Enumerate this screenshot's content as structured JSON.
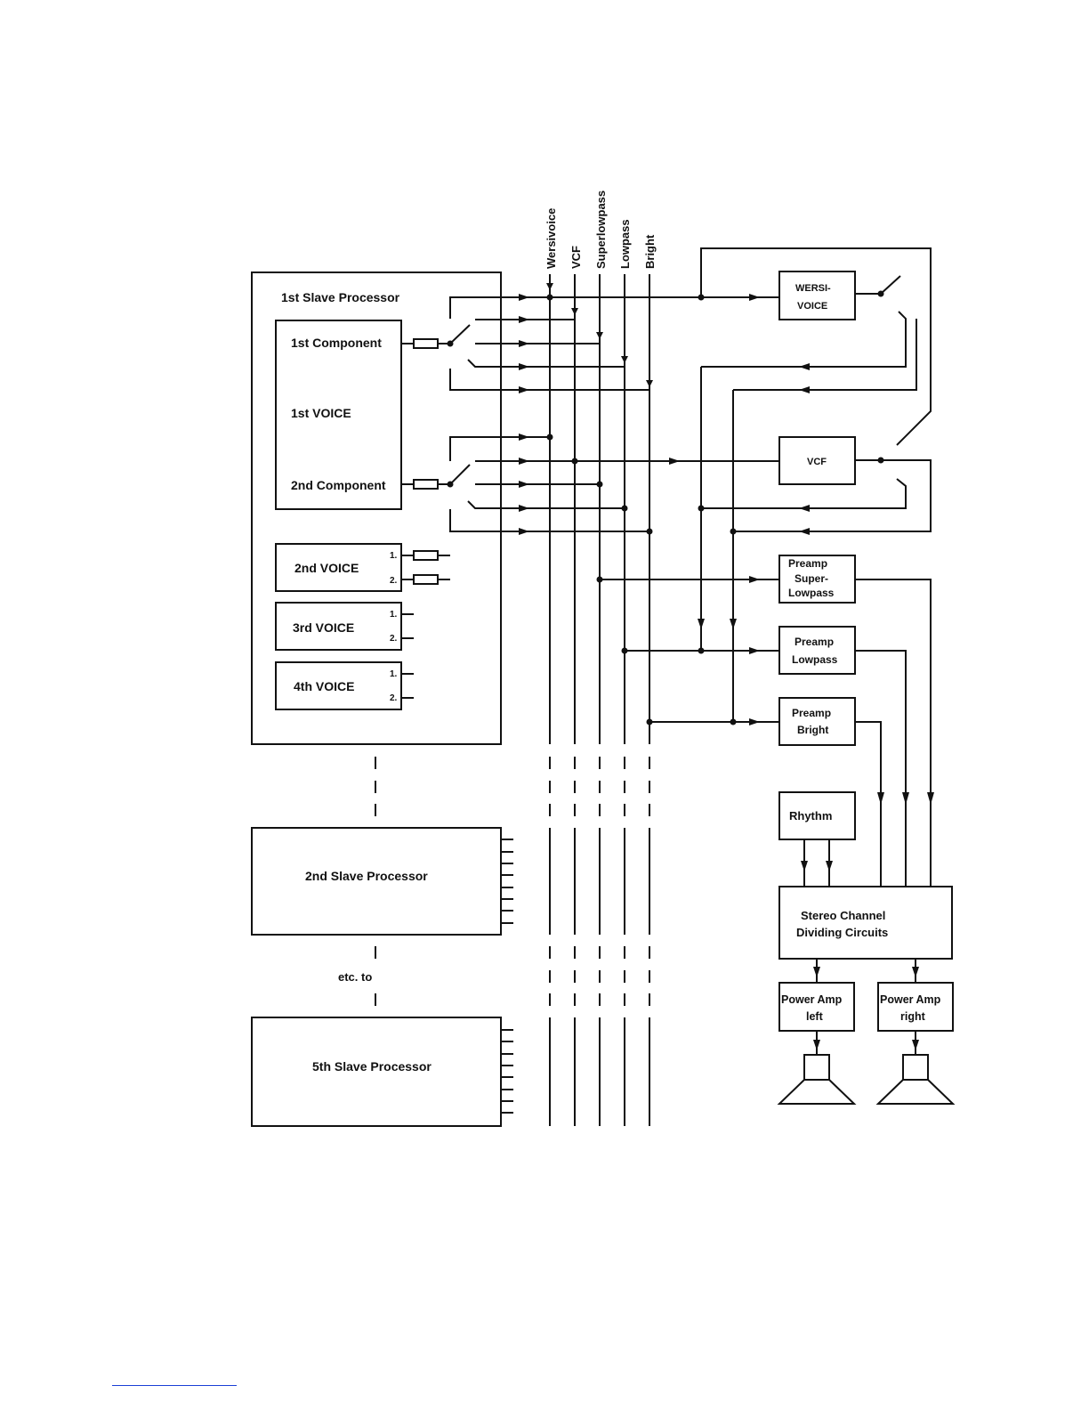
{
  "buses": {
    "wersivoice": "Wersivoice",
    "vcf": "VCF",
    "superlowpass": "Superlowpass",
    "lowpass": "Lowpass",
    "bright": "Bright"
  },
  "slave1": {
    "title": "1st Slave Processor",
    "component1": "1st Component",
    "voice1": "1st VOICE",
    "component2": "2nd Component",
    "voice2": "2nd VOICE",
    "voice3": "3rd VOICE",
    "voice4": "4th VOICE",
    "out1": "1.",
    "out2": "2."
  },
  "slave2": {
    "title": "2nd Slave Processor"
  },
  "etc_to": "etc. to",
  "slave5": {
    "title": "5th Slave Processor"
  },
  "wersi_voice": {
    "line1": "WERSI-",
    "line2": "VOICE"
  },
  "vcf_box": "VCF",
  "preamp_superlowpass": {
    "line1": "Preamp",
    "line2": "Super-",
    "line3": "Lowpass"
  },
  "preamp_lowpass": {
    "line1": "Preamp",
    "line2": "Lowpass"
  },
  "preamp_bright": {
    "line1": "Preamp",
    "line2": "Bright"
  },
  "rhythm": "Rhythm",
  "stereo": {
    "line1": "Stereo Channel",
    "line2": "Dividing Circuits"
  },
  "power_left": {
    "line1": "Power Amp",
    "line2": "left"
  },
  "power_right": {
    "line1": "Power Amp",
    "line2": "right"
  },
  "icons": {
    "speaker": "speaker-icon",
    "switch": "switch-icon",
    "resistor": "resistor-icon"
  }
}
